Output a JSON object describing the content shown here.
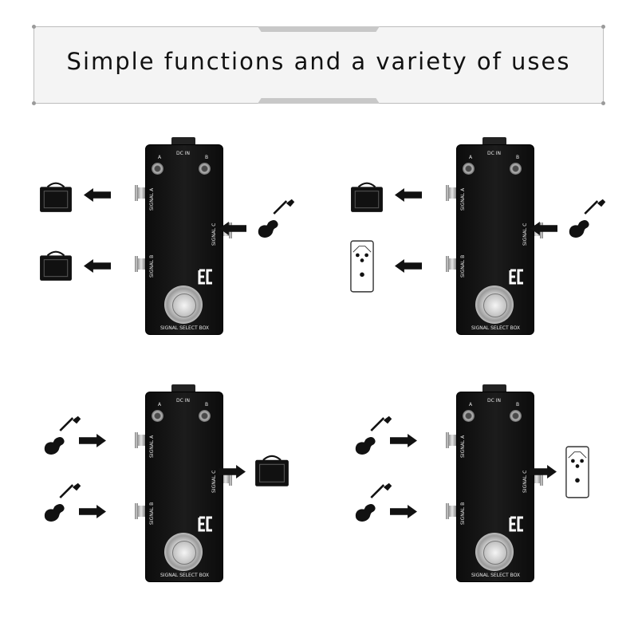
{
  "banner": {
    "title": "Simple functions and a variety of uses"
  },
  "pedal": {
    "led_a_label": "A",
    "led_b_label": "B",
    "dc_in_label": "DC IN",
    "signal_a_label": "SIGNAL A",
    "signal_b_label": "SIGNAL B",
    "signal_c_label": "SIGNAL C",
    "name_label": "SIGNAL SELECT BOX"
  },
  "panels": [
    {
      "mode": "split",
      "input_icon": "guitar-icon",
      "output_a_icon": "amp-icon",
      "output_b_icon": "amp-icon"
    },
    {
      "mode": "split",
      "input_icon": "guitar-icon",
      "output_a_icon": "amp-icon",
      "output_b_icon": "tuner-icon"
    },
    {
      "mode": "merge",
      "input_a_icon": "guitar-icon",
      "input_b_icon": "guitar-icon",
      "output_icon": "amp-icon"
    },
    {
      "mode": "merge",
      "input_a_icon": "guitar-icon",
      "input_b_icon": "guitar-icon",
      "output_icon": "tuner-icon"
    }
  ]
}
